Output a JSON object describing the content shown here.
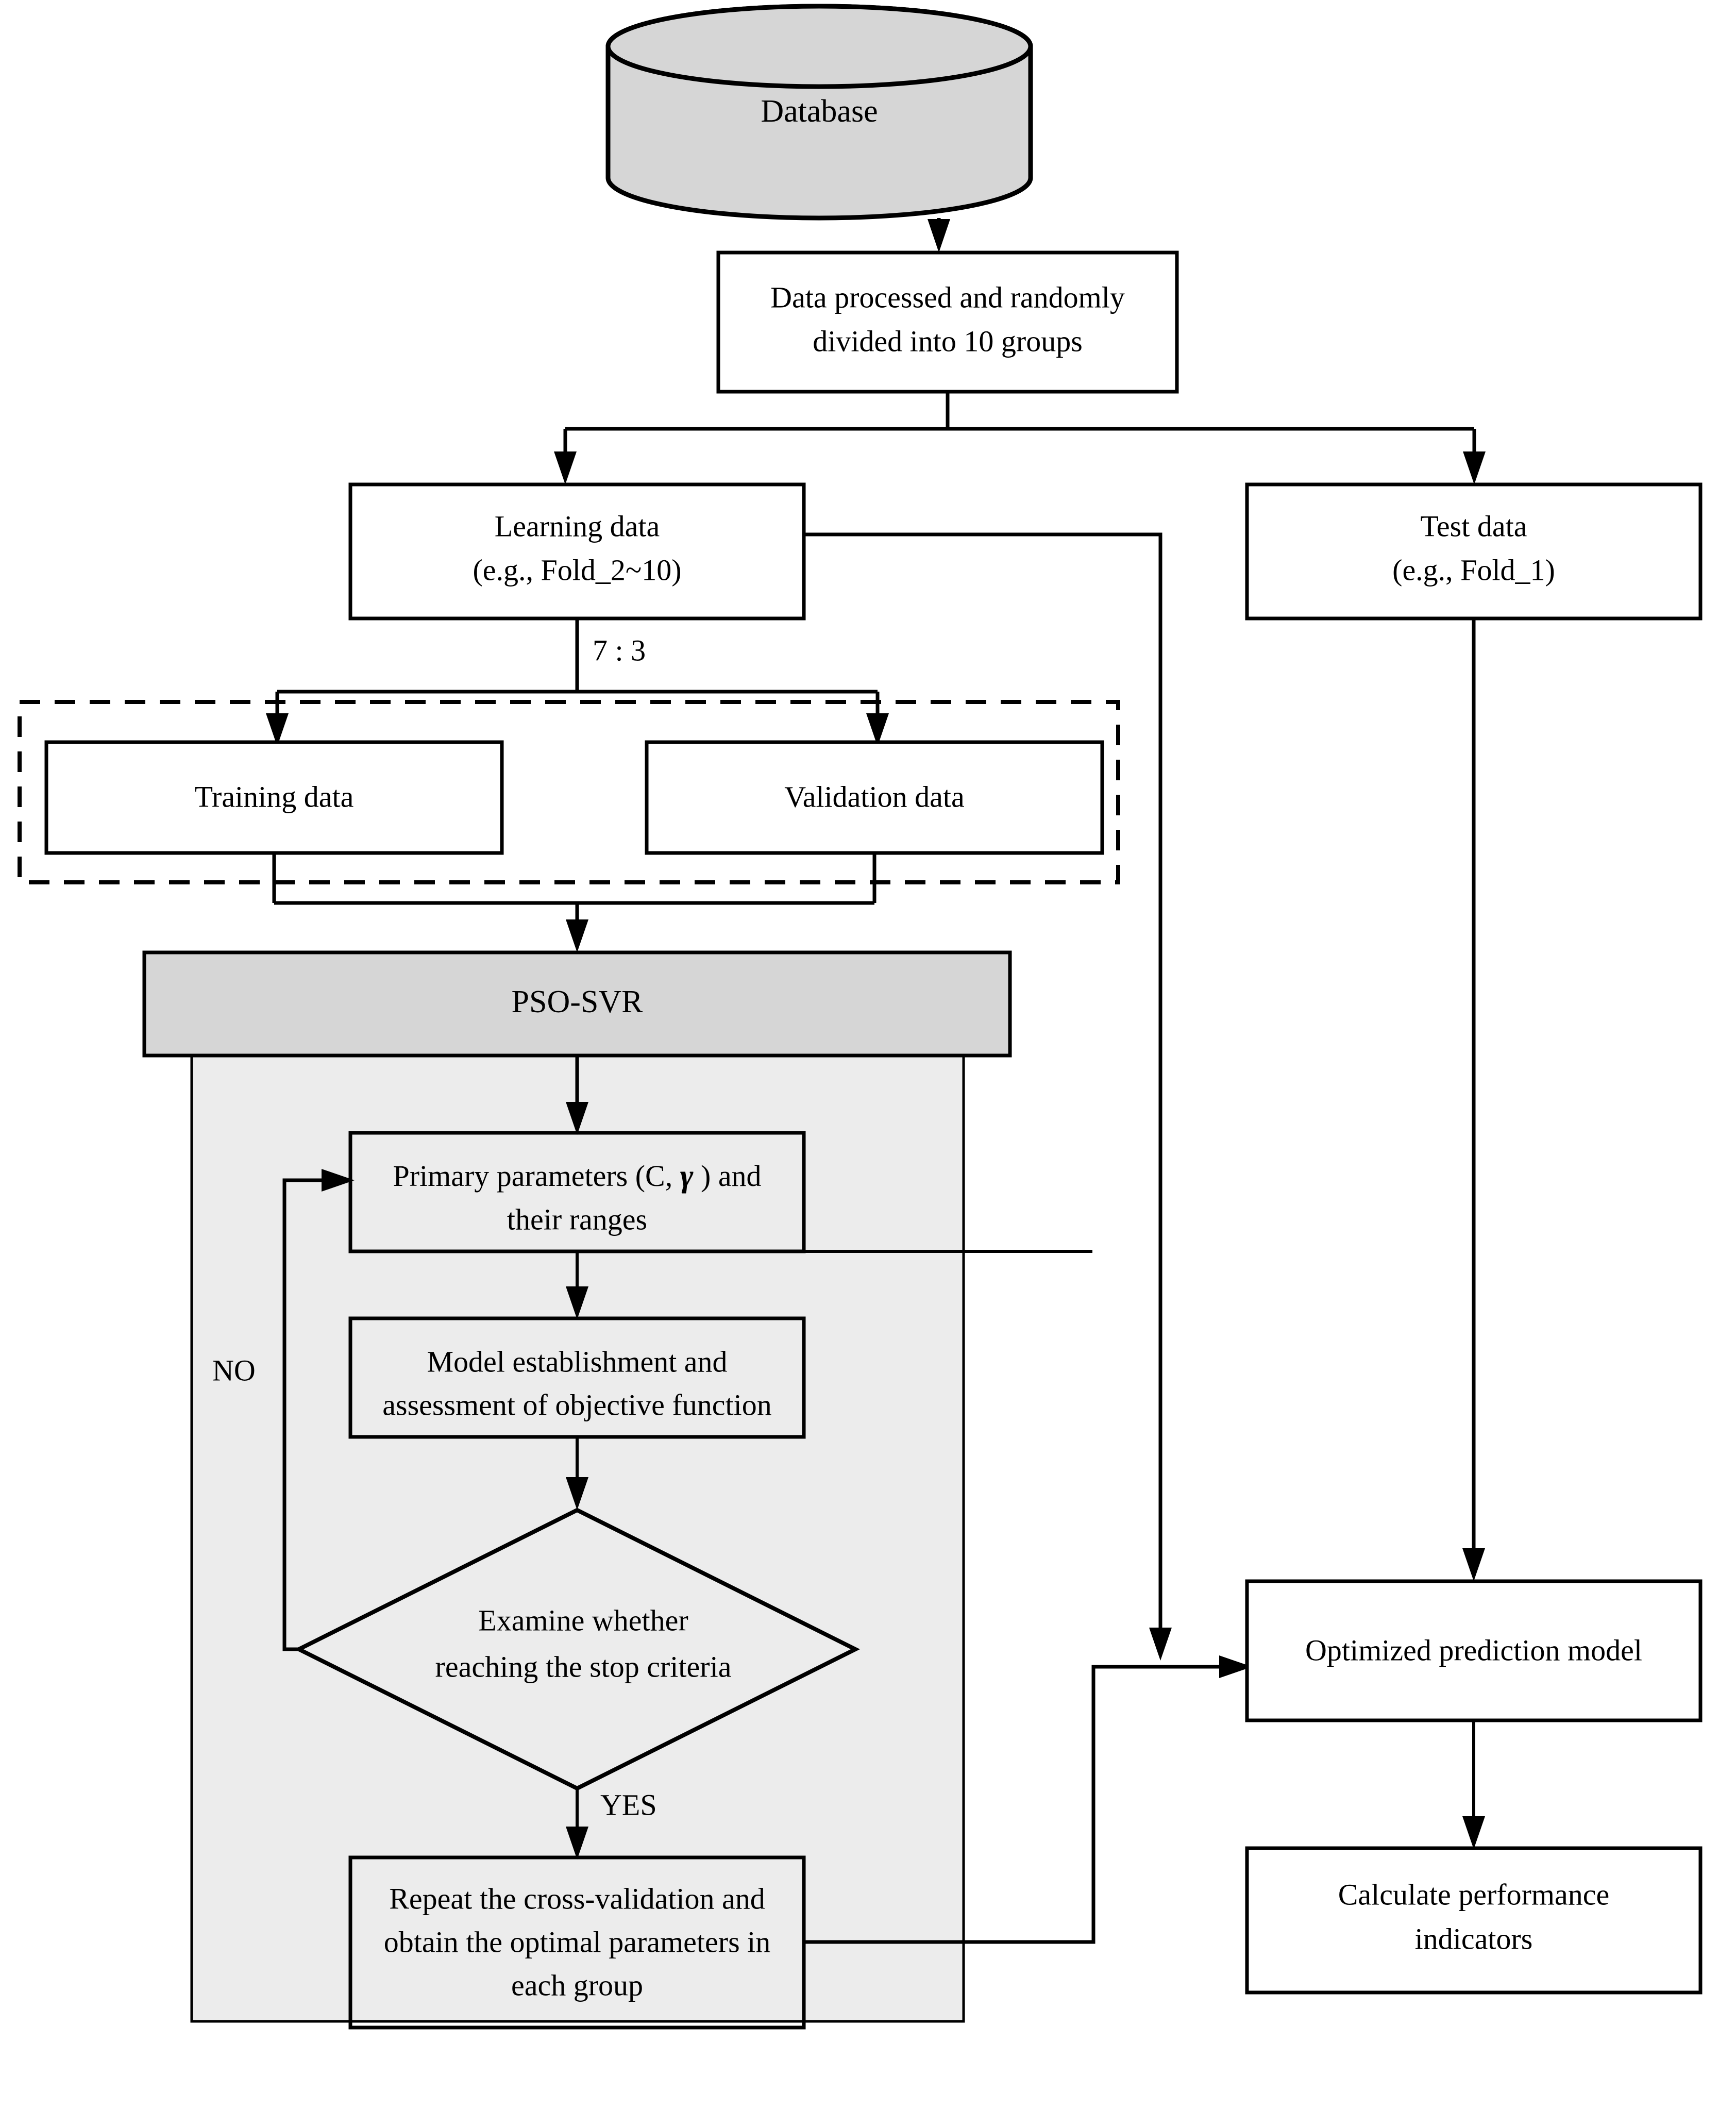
{
  "diagram": {
    "title_absent": true,
    "accent_colors": {
      "line": "#000000",
      "database_fill": "#d6d6d6",
      "pso_header_fill": "#d6d6d6",
      "pso_panel_fill": "#ececec",
      "box_fill": "#ffffff",
      "page_background": "#ffffff"
    },
    "nodes": {
      "database": {
        "label": "Database",
        "shape": "cylinder"
      },
      "preprocess": {
        "label_line1": "Data processed and randomly",
        "label_line2": "divided into 10 groups",
        "shape": "rect"
      },
      "learning_data": {
        "label_line1": "Learning data",
        "label_line2": "(e.g., Fold_2~10)",
        "shape": "rect"
      },
      "test_data": {
        "label_line1": "Test data",
        "label_line2": "(e.g., Fold_1)",
        "shape": "rect"
      },
      "training_data": {
        "label": "Training data",
        "shape": "rect"
      },
      "validation_data": {
        "label": "Validation data",
        "shape": "rect"
      },
      "pso_svr": {
        "label": "PSO-SVR",
        "shape": "rect-filled"
      },
      "primary_parameters": {
        "label_line1_pre": "Primary parameters (C, ",
        "label_line1_symbol": "γ",
        "label_line1_post": " ) and",
        "label_line2": "their ranges",
        "shape": "rect"
      },
      "model_establishment": {
        "label_line1": "Model establishment and",
        "label_line2": "assessment of objective function",
        "shape": "rect"
      },
      "stop_criteria": {
        "label_line1": "Examine whether",
        "label_line2": "reaching  the stop criteria",
        "shape": "diamond"
      },
      "repeat_cv": {
        "label_line1": "Repeat the cross-validation and",
        "label_line2": "obtain  the optimal parameters in",
        "label_line3": "each group",
        "shape": "rect"
      },
      "optimized_model": {
        "label": "Optimized prediction model",
        "shape": "rect"
      },
      "calc_indicators": {
        "label_line1": "Calculate performance",
        "label_line2": "indicators",
        "shape": "rect"
      }
    },
    "edge_labels": {
      "split_ratio": "7 : 3",
      "no_branch": "NO",
      "yes_branch": "YES"
    }
  }
}
